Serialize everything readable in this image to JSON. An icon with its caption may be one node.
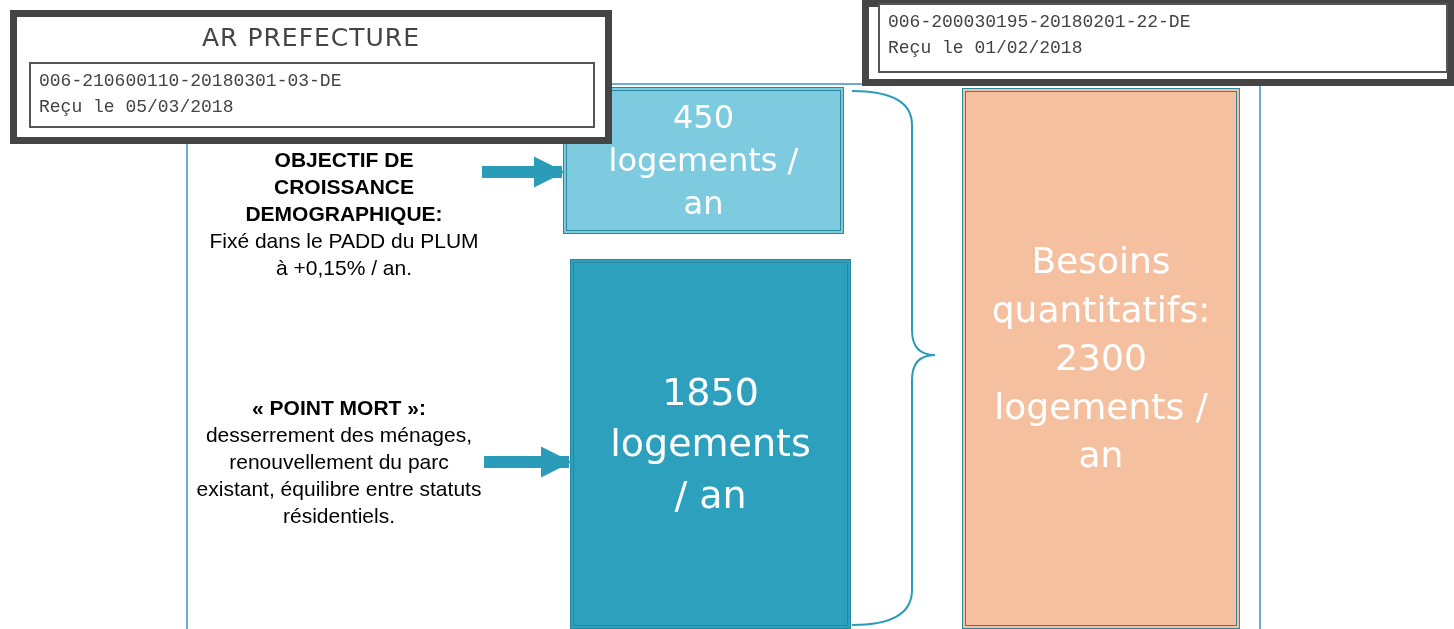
{
  "diagram": {
    "nodes": [
      {
        "text": [
          "AR PREFECTURE"
        ]
      },
      {
        "text": [
          "006-210600110-20180301-03-DE",
          "Reçu le 05/03/2018"
        ],
        "in": 0
      },
      {
        "text": [],
        "shape": "box"
      },
      {
        "text": [
          "006-200030195-20180201-22-DE",
          "Reçu le 01/02/2018"
        ],
        "in": 2
      },
      {
        "text": [
          "OBJECTIF DE CROISSANCE DEMOGRAPHIQUE:",
          "Fixé dans le PADD du PLUM à +0,15% / an."
        ]
      },
      {
        "text": [
          "450 logements / an"
        ]
      },
      {
        "text": [
          "« POINT MORT »:",
          "desserrement des ménages, renouvellement du parc existant, équilibre entre statuts résidentiels."
        ]
      },
      {
        "text": [
          "1850 logements / an"
        ]
      },
      {
        "text": [
          "Besoins quantitatifs: 2300 logements / an"
        ]
      }
    ],
    "edges": [
      {
        "from": 4,
        "to": 5,
        "arrow": "to"
      },
      {
        "from": 6,
        "to": 7,
        "arrow": "to"
      }
    ]
  }
}
